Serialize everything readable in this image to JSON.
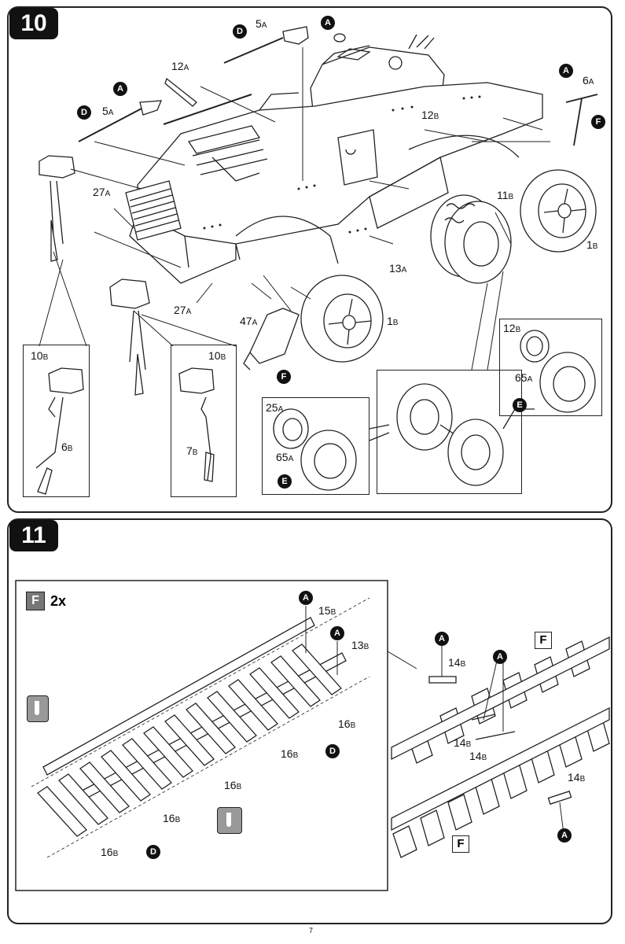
{
  "page_number": "7",
  "step10": {
    "number": "10",
    "labels": {
      "shovel_top": [
        "5",
        "A"
      ],
      "shovel_left": [
        "5",
        "A"
      ],
      "part_12a": [
        "12",
        "A"
      ],
      "part_27a_top": [
        "27",
        "A"
      ],
      "part_27a_bottom": [
        "27",
        "A"
      ],
      "part_47a": [
        "47",
        "A"
      ],
      "part_12b_top": [
        "12",
        "B"
      ],
      "part_11b": [
        "11",
        "B"
      ],
      "part_13a": [
        "13",
        "A"
      ],
      "part_6a": [
        "6",
        "A"
      ],
      "wheel_right": [
        "1",
        "B"
      ],
      "wheel_center": [
        "1",
        "B"
      ],
      "inset1_10b": [
        "10",
        "B"
      ],
      "inset1_6b": [
        "6",
        "B"
      ],
      "inset2_10b": [
        "10",
        "B"
      ],
      "inset2_7b": [
        "7",
        "B"
      ],
      "inset3_25a": [
        "25",
        "A"
      ],
      "inset3_65a": [
        "65",
        "A"
      ],
      "inset4_12b": [
        "12",
        "B"
      ],
      "inset4_65a": [
        "65",
        "A"
      ]
    },
    "badges": {
      "d_top": "D",
      "a_top": "A",
      "a_left": "A",
      "d_left": "D",
      "a_right": "A",
      "f_right": "F",
      "f_exhaust": "F",
      "e_inset3": "E",
      "e_inset4": "E"
    }
  },
  "step11": {
    "number": "11",
    "frame_letter": "F",
    "multiplier": "2x",
    "labels": {
      "part_15b": [
        "15",
        "B"
      ],
      "part_13b": [
        "13",
        "B"
      ],
      "part_16b_1": [
        "16",
        "B"
      ],
      "part_16b_2": [
        "16",
        "B"
      ],
      "part_16b_3": [
        "16",
        "B"
      ],
      "part_16b_4": [
        "16",
        "B"
      ],
      "part_16b_5": [
        "16",
        "B"
      ],
      "part_14b_1": [
        "14",
        "B"
      ],
      "part_14b_2": [
        "14",
        "B"
      ],
      "part_14b_3": [
        "14",
        "B"
      ],
      "part_14b_4": [
        "14",
        "B"
      ]
    },
    "badges": {
      "a1": "A",
      "a2": "A",
      "d1": "D",
      "d2": "D",
      "a3": "A",
      "a4": "A",
      "a5": "A"
    },
    "f_labels": [
      "F",
      "F"
    ]
  }
}
